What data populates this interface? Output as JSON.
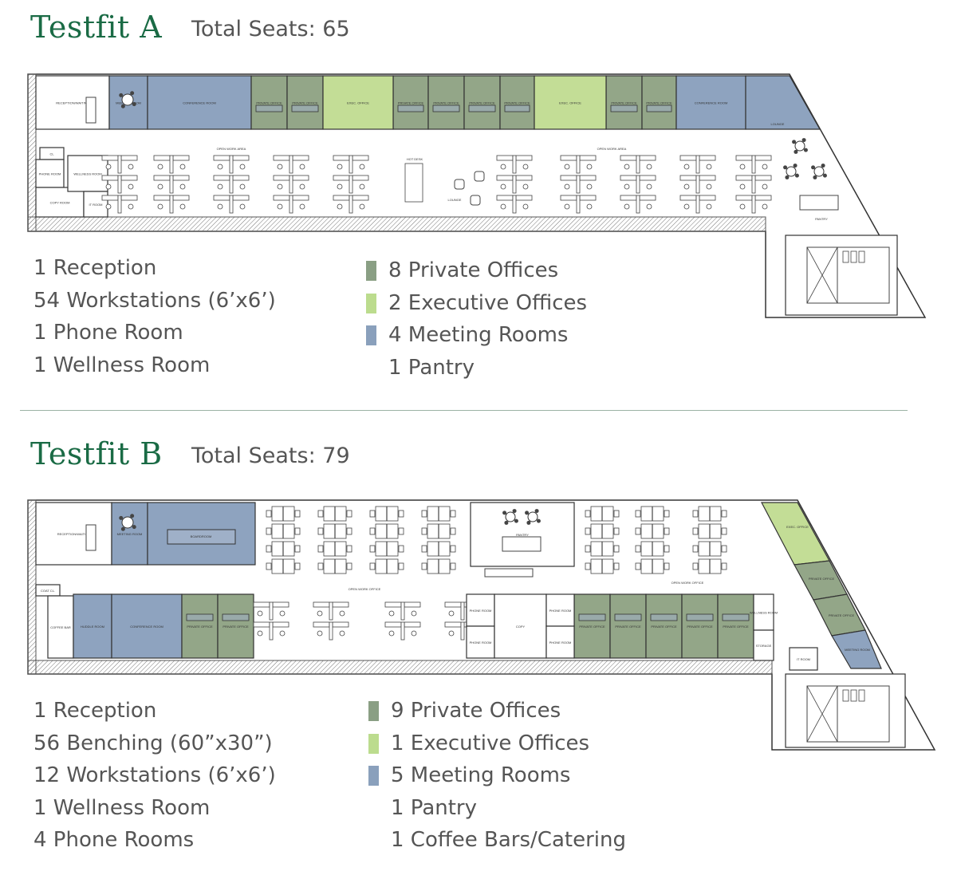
{
  "colors": {
    "title": "#1a6b45",
    "private_office": "#93a688",
    "executive_office": "#c3dd96",
    "meeting_room": "#8ea3bf"
  },
  "plans": [
    {
      "title": "Testfit A",
      "total_seats": "Total Seats: 65",
      "labels": {
        "reception": "RECEPTION/WAITING",
        "meeting": "MEETING ROOM",
        "conference": "CONFERENCE ROOM",
        "private": "PRIVATE OFFICE",
        "exec": "EXEC. OFFICE",
        "lounge": "LOUNGE",
        "open": "OPEN WORK AREA",
        "hot_desk": "HOT DESK",
        "pantry": "PANTRY",
        "cl": "CL",
        "phone": "PHONE ROOM",
        "copy": "COPY ROOM",
        "wellness": "WELLNESS ROOM",
        "it": "IT ROOM"
      },
      "legend_left": [
        "1 Reception",
        "54 Workstations (6’x6’)",
        "1 Phone Room",
        "1 Wellness Room"
      ],
      "legend_right": [
        {
          "label": "8 Private Offices",
          "swatch": "#8a9f84"
        },
        {
          "label": "2 Executive Offices",
          "swatch": "#bcdc8e"
        },
        {
          "label": "4 Meeting Rooms",
          "swatch": "#8aa0bc"
        },
        {
          "label": "1 Pantry",
          "swatch": ""
        }
      ]
    },
    {
      "title": "Testfit B",
      "total_seats": "Total Seats: 79",
      "labels": {
        "reception": "RECEPTION/WAITING",
        "meeting": "MEETING ROOM",
        "boardroom": "BOARDROOM",
        "pantry": "PANTRY",
        "open": "OPEN WORK OFFICE",
        "coat": "COAT CL.",
        "coffee": "COFFEE BAR",
        "huddle": "HUDDLE ROOM",
        "conference": "CONFERENCE ROOM",
        "private": "PRIVATE OFFICE",
        "phone": "PHONE ROOM",
        "copy": "COPY",
        "wellness": "WELLNESS ROOM",
        "storage": "STORAGE",
        "exec": "EXEC. OFFICE",
        "it": "IT ROOM"
      },
      "legend_left": [
        "1 Reception",
        "56 Benching (60”x30”)",
        "12 Workstations (6’x6’)",
        "1 Wellness Room",
        "4 Phone Rooms"
      ],
      "legend_right": [
        {
          "label": "9 Private Offices",
          "swatch": "#8a9f84"
        },
        {
          "label": "1 Executive Offices",
          "swatch": "#bcdc8e"
        },
        {
          "label": "5 Meeting Rooms",
          "swatch": "#8aa0bc"
        },
        {
          "label": "1 Pantry",
          "swatch": ""
        },
        {
          "label": "1 Coffee Bars/Catering",
          "swatch": ""
        }
      ]
    }
  ]
}
